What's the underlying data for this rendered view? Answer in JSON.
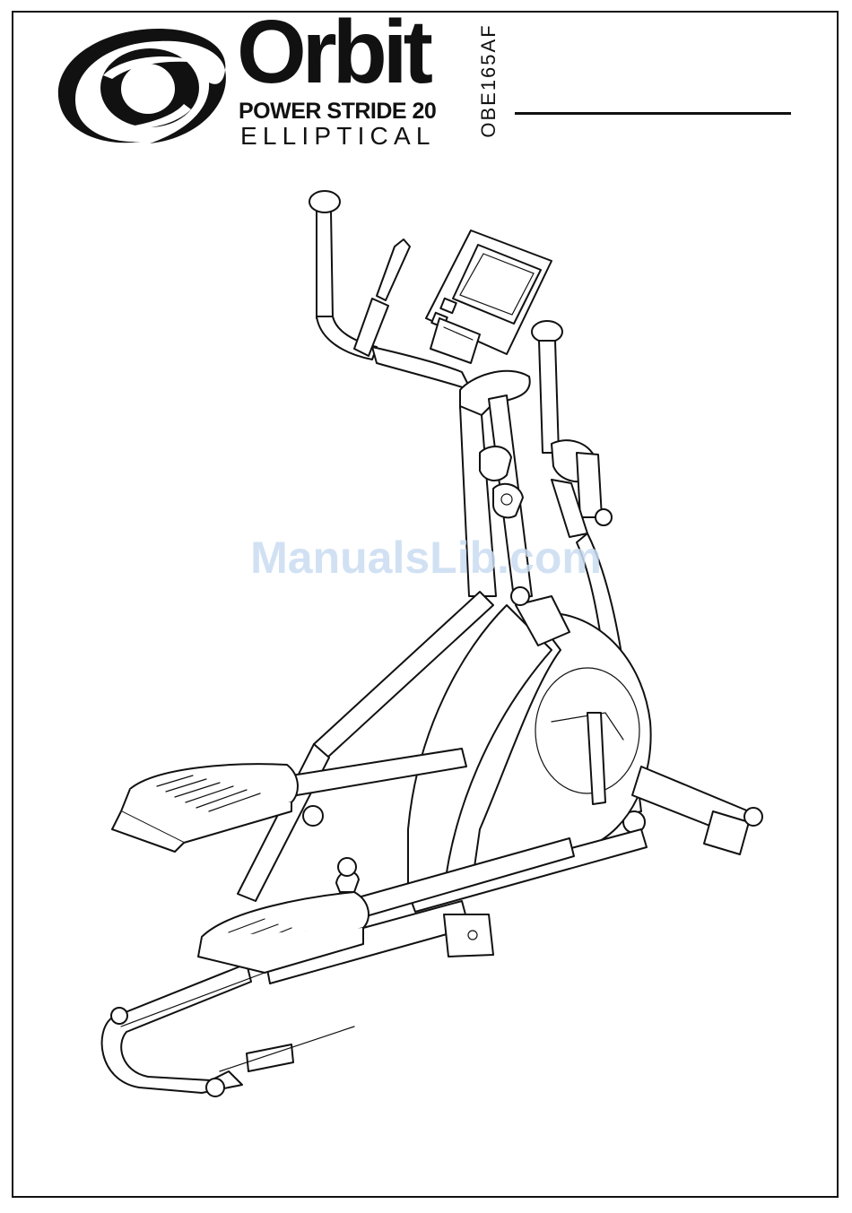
{
  "header": {
    "brand": "Orbit",
    "product_name": "POWER STRIDE 20",
    "product_type": "ELLIPTICAL",
    "model_code": "OBE165AF"
  },
  "watermark": {
    "text": "ManualsLib.com"
  },
  "colors": {
    "ink": "#111111",
    "watermark": "#c9dcf2",
    "background": "#ffffff"
  }
}
